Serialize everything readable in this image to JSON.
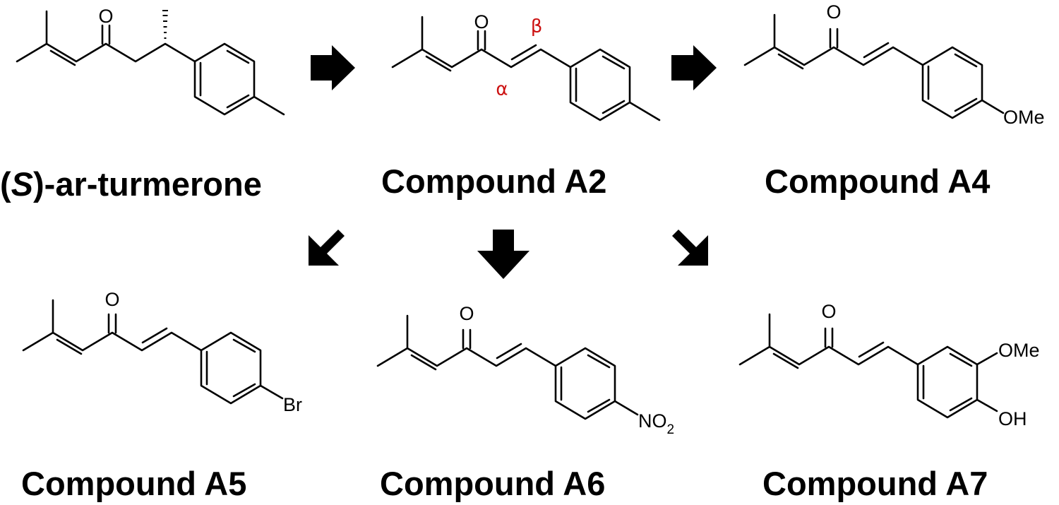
{
  "colors": {
    "structure": "#000000",
    "greek_label": "#cc1111",
    "background": "#ffffff"
  },
  "compounds": [
    {
      "id": "s-ar-turmerone",
      "name_prefix": "(",
      "name_italic": "S",
      "name_suffix": ")-ar-turmerone",
      "carbonyl_atom": "O"
    },
    {
      "id": "a2",
      "name": "Compound A2",
      "carbonyl_atom": "O",
      "alpha_label": "α",
      "beta_label": "β"
    },
    {
      "id": "a4",
      "name": "Compound A4",
      "carbonyl_atom": "O",
      "substituent": "OMe"
    },
    {
      "id": "a5",
      "name": "Compound A5",
      "carbonyl_atom": "O",
      "substituent": "Br"
    },
    {
      "id": "a6",
      "name": "Compound A6",
      "carbonyl_atom": "O",
      "substituent_main": "NO",
      "substituent_subscript": "2"
    },
    {
      "id": "a7",
      "name": "Compound A7",
      "carbonyl_atom": "O",
      "substituent_meta": "OMe",
      "substituent_para": "OH"
    }
  ],
  "arrows": [
    {
      "id": "arrow-turmerone-to-a2",
      "direction": "right"
    },
    {
      "id": "arrow-a2-to-a4",
      "direction": "right"
    },
    {
      "id": "arrow-a2-to-a5",
      "direction": "down-left"
    },
    {
      "id": "arrow-a2-to-a6",
      "direction": "down"
    },
    {
      "id": "arrow-a2-to-a7",
      "direction": "down-right"
    }
  ]
}
